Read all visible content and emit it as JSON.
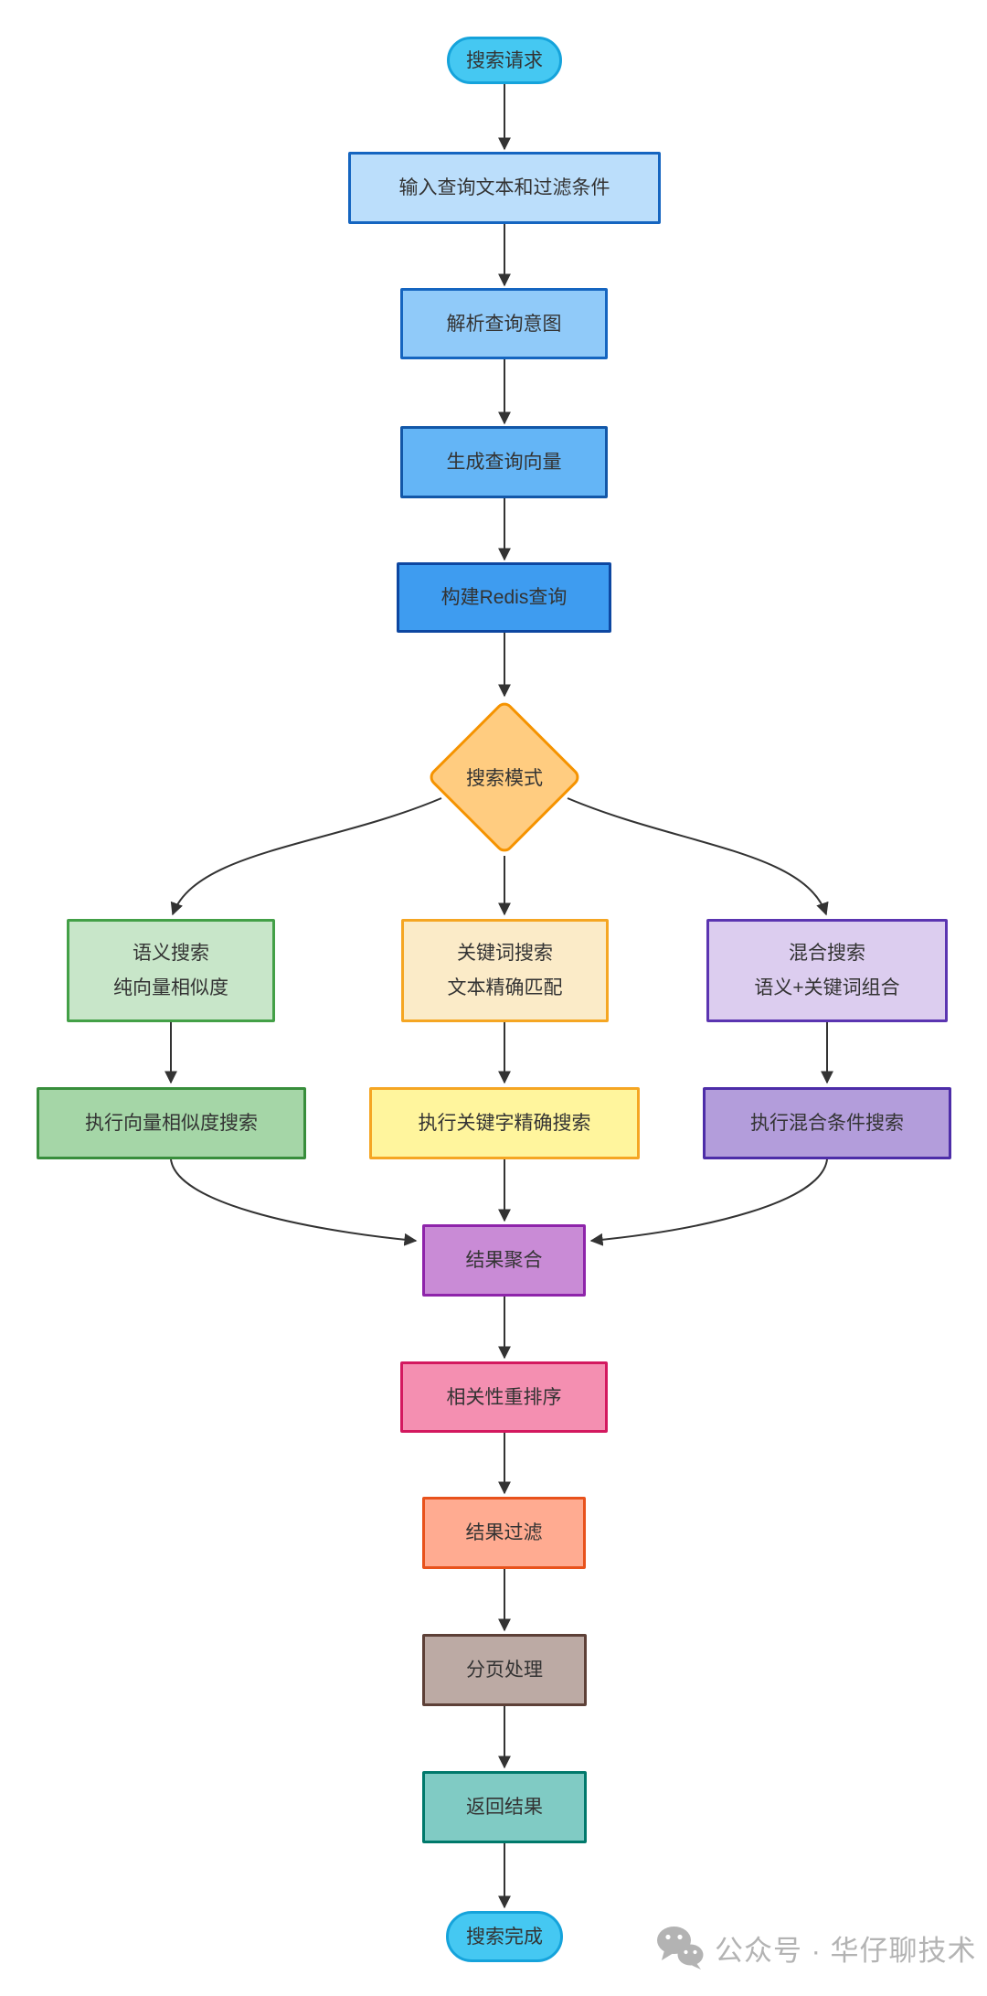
{
  "diagram": {
    "edge_color": "#333333",
    "text_color": "#333333",
    "background": "#ffffff",
    "nodes": {
      "start": {
        "label": "搜索请求",
        "shape": "stadium",
        "fill": "#45C8F2",
        "border": "#15A3DB"
      },
      "input": {
        "label": "输入查询文本和过滤条件",
        "shape": "rect",
        "fill": "#BBDEFB",
        "border": "#1565C0"
      },
      "parse": {
        "label": "解析查询意图",
        "shape": "rect",
        "fill": "#90CAF9",
        "border": "#1565C0"
      },
      "vector": {
        "label": "生成查询向量",
        "shape": "rect",
        "fill": "#64B5F6",
        "border": "#1257A8"
      },
      "redis": {
        "label": "构建Redis查询",
        "shape": "rect",
        "fill": "#3E9CF0",
        "border": "#0D47A1"
      },
      "mode": {
        "label": "搜索模式",
        "shape": "diamond",
        "fill": "#FFCC80",
        "border": "#F59300"
      },
      "semantic": {
        "line1": "语义搜索",
        "line2": "纯向量相似度",
        "shape": "rect",
        "fill": "#C8E6C9",
        "border": "#43A047"
      },
      "keyword": {
        "line1": "关键词搜索",
        "line2": "文本精确匹配",
        "shape": "rect",
        "fill": "#FBEBC8",
        "border": "#F5A623"
      },
      "hybrid": {
        "line1": "混合搜索",
        "line2": "语义+关键词组合",
        "shape": "rect",
        "fill": "#DCCDEF",
        "border": "#5B35B1"
      },
      "exec_vector": {
        "label": "执行向量相似度搜索",
        "shape": "rect",
        "fill": "#A5D6A7",
        "border": "#388E3C"
      },
      "exec_keyword": {
        "label": "执行关键字精确搜索",
        "shape": "rect",
        "fill": "#FFF59D",
        "border": "#F5A623"
      },
      "exec_hybrid": {
        "label": "执行混合条件搜索",
        "shape": "rect",
        "fill": "#B39DDB",
        "border": "#4D2DA8"
      },
      "aggregate": {
        "label": "结果聚合",
        "shape": "rect",
        "fill": "#C98BD6",
        "border": "#8E24AA"
      },
      "rerank": {
        "label": "相关性重排序",
        "shape": "rect",
        "fill": "#F48FB1",
        "border": "#D3195F"
      },
      "filter": {
        "label": "结果过滤",
        "shape": "rect",
        "fill": "#FFAB91",
        "border": "#E8521C"
      },
      "paginate": {
        "label": "分页处理",
        "shape": "rect",
        "fill": "#BCAAA4",
        "border": "#5D4037"
      },
      "return": {
        "label": "返回结果",
        "shape": "rect",
        "fill": "#80CBC4",
        "border": "#00796B"
      },
      "done": {
        "label": "搜索完成",
        "shape": "stadium",
        "fill": "#45C8F2",
        "border": "#15A3DB"
      }
    },
    "edges": [
      {
        "from": "start",
        "to": "input"
      },
      {
        "from": "input",
        "to": "parse"
      },
      {
        "from": "parse",
        "to": "vector"
      },
      {
        "from": "vector",
        "to": "redis"
      },
      {
        "from": "redis",
        "to": "mode"
      },
      {
        "from": "mode",
        "to": "semantic"
      },
      {
        "from": "mode",
        "to": "keyword"
      },
      {
        "from": "mode",
        "to": "hybrid"
      },
      {
        "from": "semantic",
        "to": "exec_vector"
      },
      {
        "from": "keyword",
        "to": "exec_keyword"
      },
      {
        "from": "hybrid",
        "to": "exec_hybrid"
      },
      {
        "from": "exec_vector",
        "to": "aggregate"
      },
      {
        "from": "exec_keyword",
        "to": "aggregate"
      },
      {
        "from": "exec_hybrid",
        "to": "aggregate"
      },
      {
        "from": "aggregate",
        "to": "rerank"
      },
      {
        "from": "rerank",
        "to": "filter"
      },
      {
        "from": "filter",
        "to": "paginate"
      },
      {
        "from": "paginate",
        "to": "return"
      },
      {
        "from": "return",
        "to": "done"
      }
    ],
    "watermark": {
      "text": "公众号 · 华仔聊技术",
      "icon": "wechat-icon",
      "color": "#B3B3B3"
    }
  }
}
